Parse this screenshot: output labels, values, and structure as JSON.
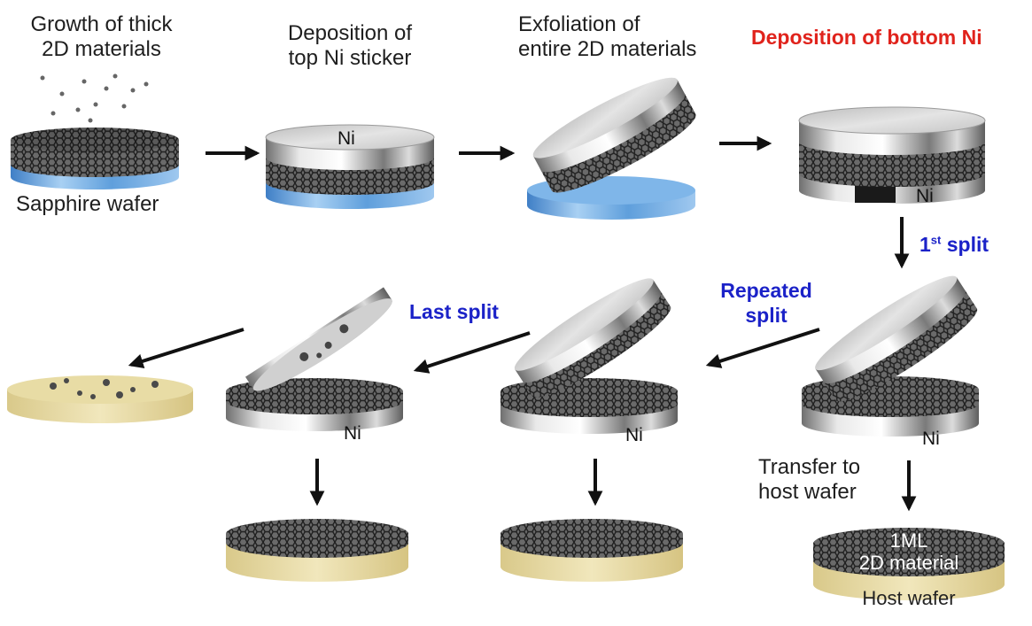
{
  "colors": {
    "sapphire": "#5f9fdc",
    "nickel_top": "#cfcfcf",
    "nickel_side": "#8c8c8c",
    "graphene": "#4a4a4a",
    "host_wafer": "#e8dca5",
    "arrow": "#111111",
    "title_red": "#e0231c",
    "label_blue": "#1b22c8"
  },
  "steps": {
    "growth": {
      "line1": "Growth of thick",
      "line2": "2D materials",
      "substrate": "Sapphire wafer"
    },
    "deposition_top": {
      "line1": "Deposition of",
      "line2": "top Ni sticker",
      "ni": "Ni"
    },
    "exfoliation": {
      "line1": "Exfoliation of",
      "line2": "entire 2D materials"
    },
    "deposition_bottom": {
      "title": "Deposition of bottom Ni",
      "ni": "Ni"
    }
  },
  "splits": {
    "first": {
      "prefix": "1",
      "sup": "st",
      "suffix": " split"
    },
    "repeated": {
      "line1": "Repeated",
      "line2": "split"
    },
    "last": "Last split"
  },
  "ni_labels": {
    "first_split": "Ni",
    "repeated": "Ni",
    "last": "Ni"
  },
  "transfer": {
    "line1": "Transfer to",
    "line2": "host wafer"
  },
  "host": {
    "line1": "1ML",
    "line2": "2D material",
    "line3": "Host wafer"
  }
}
